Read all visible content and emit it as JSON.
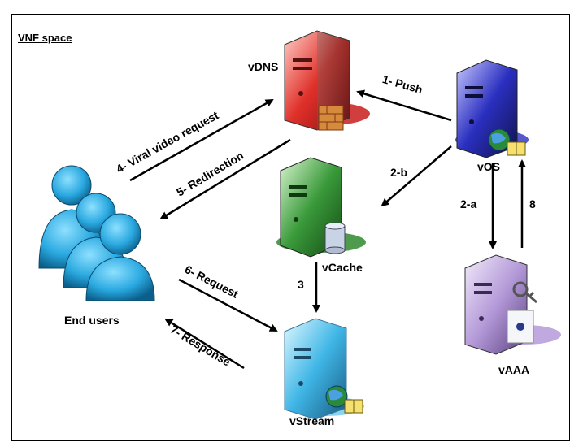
{
  "title": "VNF space",
  "nodes": {
    "vdns": "vDNS",
    "vos": "vOS",
    "vcache": "vCache",
    "vaaa": "vAAA",
    "vstream": "vStream",
    "users": "End users"
  },
  "edges": {
    "push": "1- Push",
    "step_2b": "2-b",
    "step_2a": "2-a",
    "step_8": "8",
    "step_3": "3",
    "viral": "4- Viral video request",
    "redirection": "5- Redirection",
    "request": "6- Request",
    "response": "7- Response"
  },
  "colors": {
    "vdns": "#e0302a",
    "vos": "#2a2fbf",
    "vcache": "#3a9a3a",
    "vaaa": "#b49ad8",
    "vstream": "#3fb6e6",
    "users": "#29a8e0"
  }
}
